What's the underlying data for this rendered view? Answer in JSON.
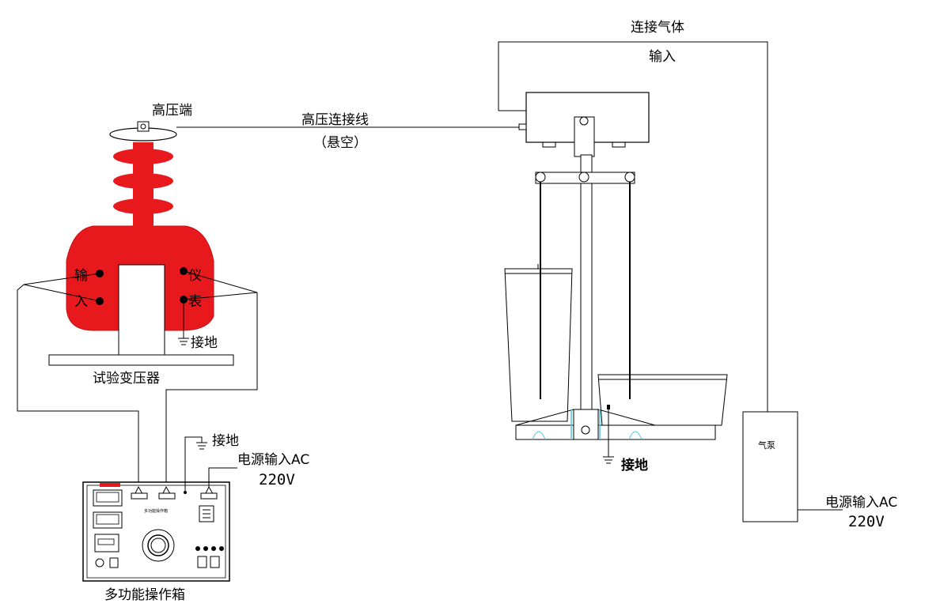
{
  "labels": {
    "high_voltage_terminal": "高压端",
    "hv_wire_line1": "高压连接线",
    "hv_wire_line2": "（悬空）",
    "gas_input_line1": "连接气体",
    "gas_input_line2": "输入",
    "input_char1": "输",
    "input_char2": "入",
    "meter_char1": "仪",
    "meter_char2": "表",
    "ground_transformer": "接地",
    "transformer_name": "试验变压器",
    "ground_box": "接地",
    "power_input_box_line1": "电源输入AC",
    "power_input_box_line2": "220V",
    "box_name": "多功能操作箱",
    "box_panel_title": "多功能操作箱",
    "ground_tank": "接地",
    "pump_name": "气泵",
    "power_input_pump_line1": "电源输入AC",
    "power_input_pump_line2": "220V"
  },
  "colors": {
    "transformer_red": "#e8191d",
    "line": "#000000",
    "cyan_accent": "#4fc6e0"
  }
}
